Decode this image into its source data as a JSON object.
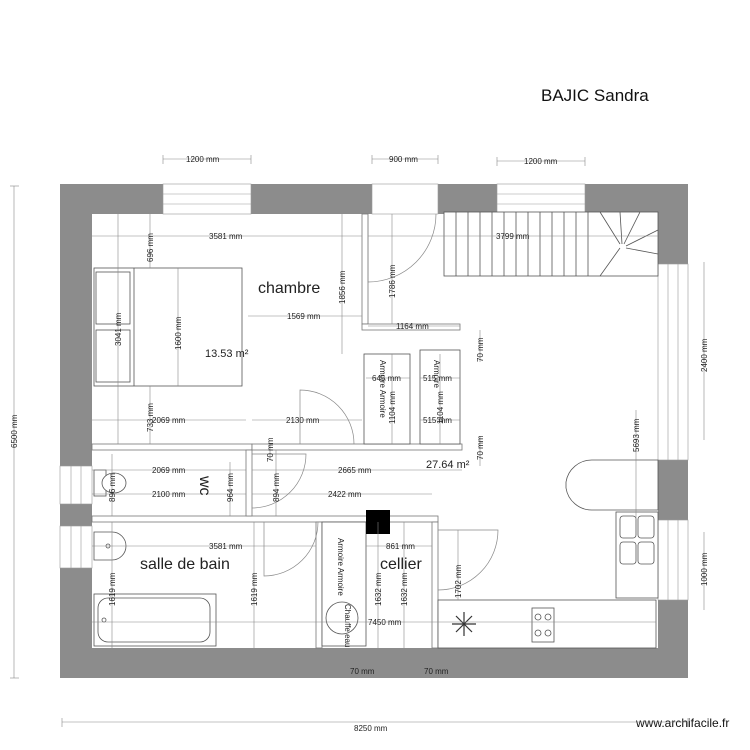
{
  "header": {
    "owner_name": "BAJIC Sandra"
  },
  "footer": {
    "credit": "www.archifacile.fr"
  },
  "rooms": {
    "chambre": {
      "name": "chambre",
      "area": "13.53 m²"
    },
    "sejour": {
      "area": "27.64 m²"
    },
    "wc": {
      "name": "wc"
    },
    "salle_de_bain": {
      "name": "salle de bain"
    },
    "cellier": {
      "name": "cellier"
    }
  },
  "fixtures": {
    "armoire_1": "Armoire Armoire",
    "armoire_2": "Armoire",
    "armoire_3": "Armoire Armoire",
    "chauffe_eau": "Chauffe eau"
  },
  "dimensions": {
    "window_top_left": "1200 mm",
    "door_top": "900 mm",
    "window_top_right": "1200 mm",
    "chambre_width": "3581 mm",
    "stair_width": "3799 mm",
    "chambre_696": "696 mm",
    "chambre_1856": "1856 mm",
    "door_1786": "1786 mm",
    "chambre_3041": "3041 mm",
    "bed_1600": "1600 mm",
    "chambre_1569": "1569 mm",
    "hall_1164": "1164 mm",
    "wall_70_a": "70 mm",
    "closet_645": "645 mm",
    "closet_515_a": "515 mm",
    "closet_515_b": "515 mm",
    "closet_1104_a": "1104 mm",
    "closet_1104_b": "1104 mm",
    "chambre_2069": "2069 mm",
    "chambre_2130": "2130 mm",
    "chambre_733": "733 mm",
    "wall_70_b": "70 mm",
    "wall_70_c": "70 mm",
    "wc_2069": "2069 mm",
    "hall_2665": "2665 mm",
    "wc_896": "896 mm",
    "wc_964": "964 mm",
    "hall_894": "894 mm",
    "wc_2100": "2100 mm",
    "hall_2422": "2422 mm",
    "sdb_3581": "3581 mm",
    "cellier_861": "861 mm",
    "sdb_1619_a": "1619 mm",
    "sdb_1619_b": "1619 mm",
    "cellier_1632_a": "1632 mm",
    "cellier_1632_b": "1632 mm",
    "cellier_1702": "1702 mm",
    "bottom_7450": "7450 mm",
    "bottom_70_a": "70 mm",
    "bottom_70_b": "70 mm",
    "total_width": "8250 mm",
    "total_height": "6500 mm",
    "right_2400": "2400 mm",
    "right_5693": "5693 mm",
    "right_1000": "1000 mm"
  },
  "colors": {
    "wall": "#8c8c8c",
    "line": "#555555",
    "dim_line": "#777777",
    "ink": "#222222"
  }
}
